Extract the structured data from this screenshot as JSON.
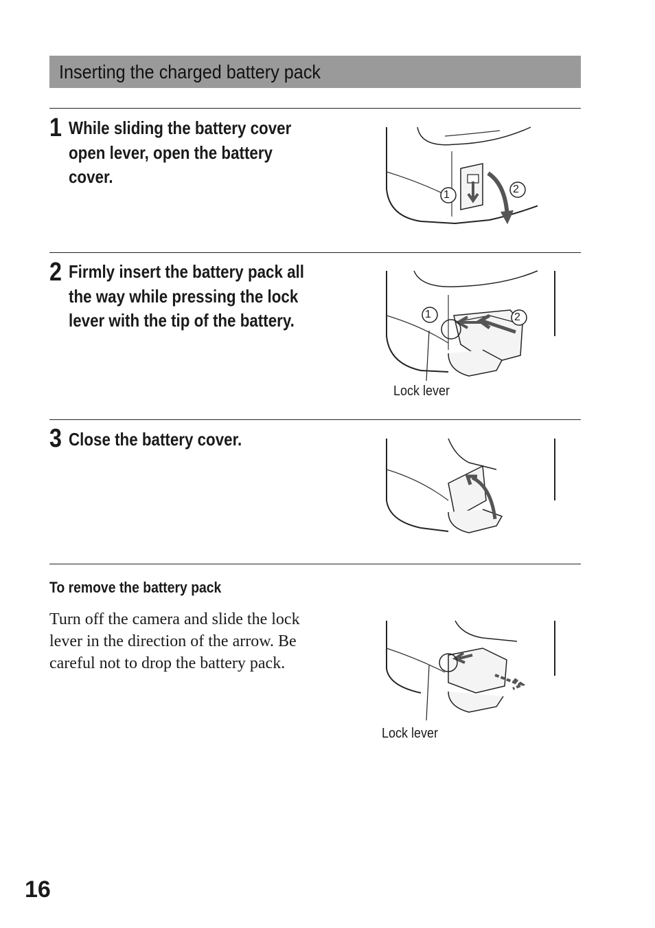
{
  "section_title": "Inserting the charged battery pack",
  "steps": [
    {
      "number": "1",
      "text": "While sliding the battery cover open lever, open the battery cover."
    },
    {
      "number": "2",
      "text": "Firmly insert the battery pack all the way while pressing the lock lever with the tip of the battery."
    },
    {
      "number": "3",
      "text": "Close the battery cover."
    }
  ],
  "callouts": {
    "step1_marker1": "1",
    "step1_marker2": "2",
    "step2_marker1": "1",
    "step2_marker2": "2",
    "step2_lock_lever": "Lock lever",
    "remove_lock_lever": "Lock lever"
  },
  "remove": {
    "heading": "To remove the battery pack",
    "body": "Turn off the camera and slide the lock lever in the direction of the arrow. Be careful not to drop the battery pack."
  },
  "page_number": "16"
}
